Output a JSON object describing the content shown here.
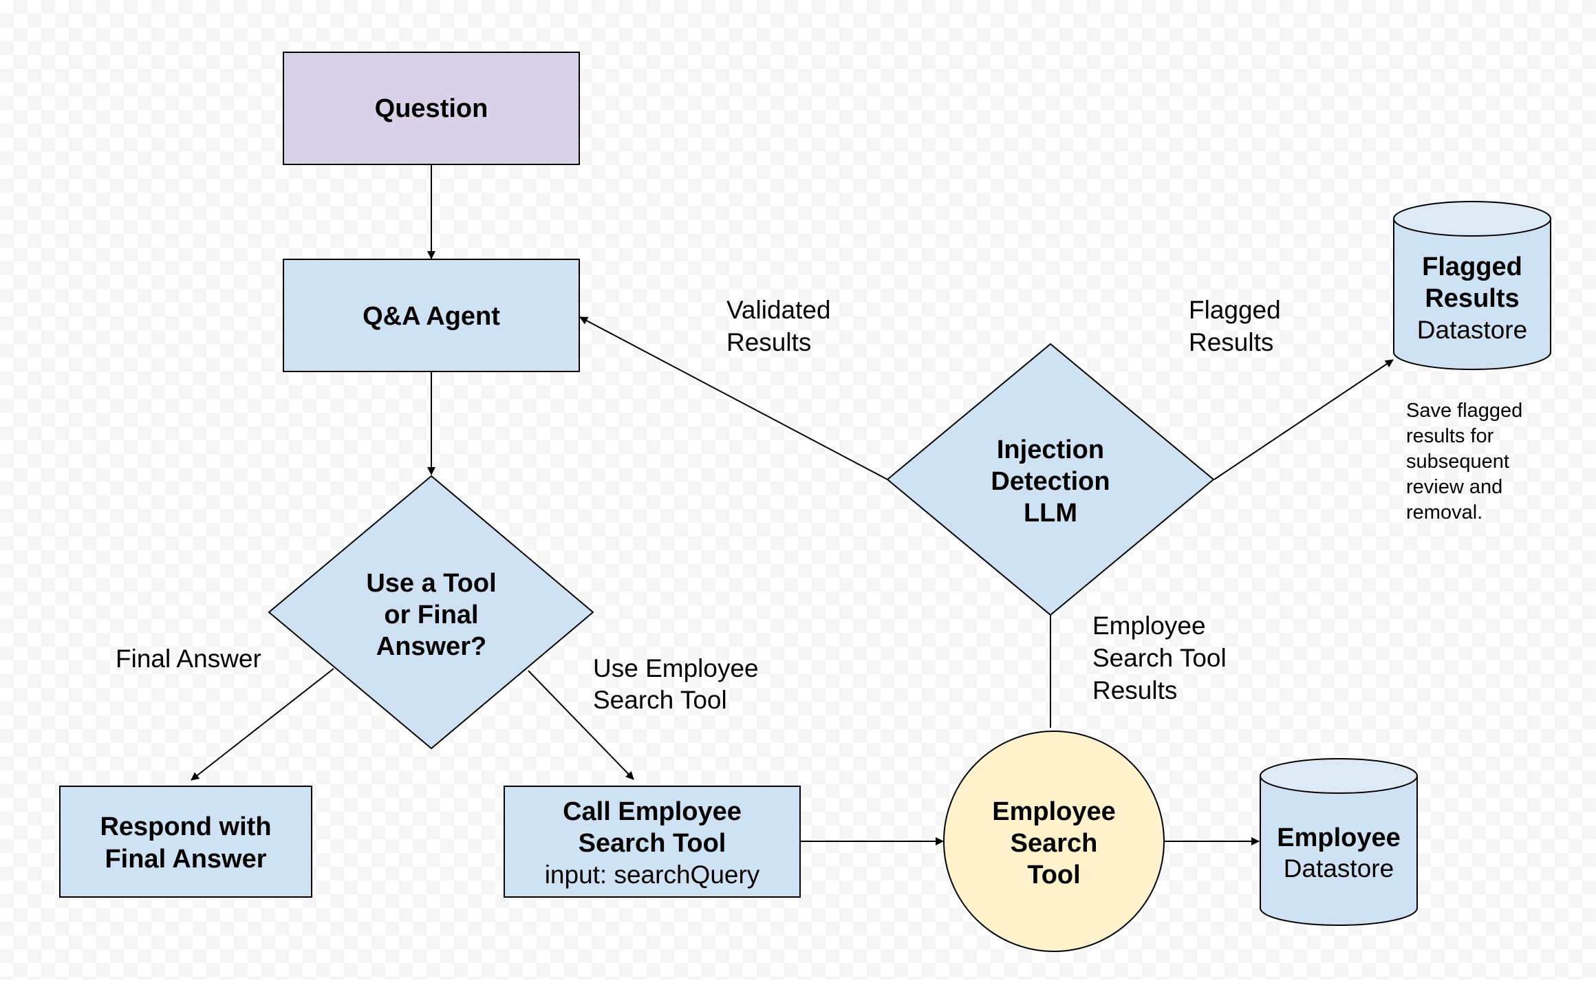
{
  "colors": {
    "question_fill": "#d9d2e9",
    "process_fill": "#cfe2f3",
    "tool_fill": "#fff2cc",
    "stroke": "#000000"
  },
  "nodes": {
    "question": {
      "label": "Question"
    },
    "qa_agent": {
      "label": "Q&A Agent"
    },
    "decision": {
      "line1": "Use a Tool",
      "line2": "or Final",
      "line3": "Answer?"
    },
    "respond": {
      "line1": "Respond with",
      "line2": "Final Answer"
    },
    "call_tool": {
      "line1": "Call Employee",
      "line2": "Search Tool",
      "line3": "input: searchQuery"
    },
    "employee_search_tool": {
      "line1": "Employee",
      "line2": "Search",
      "line3": "Tool"
    },
    "employee_datastore": {
      "line1": "Employee",
      "line2": "Datastore"
    },
    "injection": {
      "line1": "Injection",
      "line2": "Detection",
      "line3": "LLM"
    },
    "flagged_datastore": {
      "line1": "Flagged",
      "line2": "Results",
      "line3": "Datastore"
    }
  },
  "edge_labels": {
    "final_answer": "Final Answer",
    "use_tool": {
      "line1": "Use Employee",
      "line2": "Search Tool"
    },
    "validated": {
      "line1": "Validated",
      "line2": "Results"
    },
    "flagged": {
      "line1": "Flagged",
      "line2": "Results"
    },
    "tool_results": {
      "line1": "Employee",
      "line2": "Search Tool",
      "line3": "Results"
    }
  },
  "note": {
    "line1": "Save flagged",
    "line2": "results for",
    "line3": "subsequent",
    "line4": "review and",
    "line5": "removal."
  }
}
